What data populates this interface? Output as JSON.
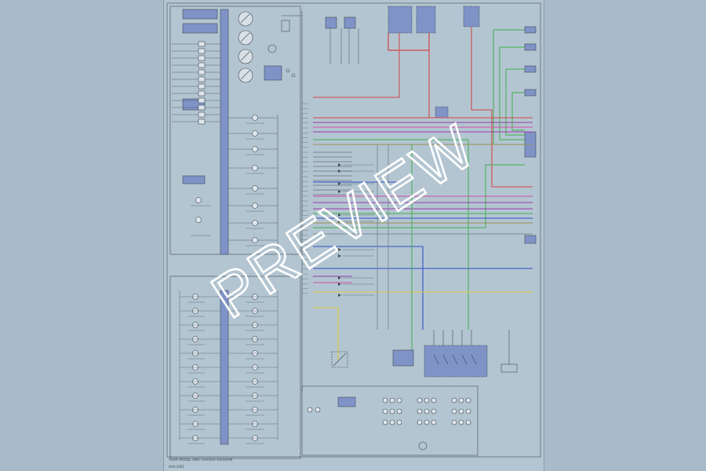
{
  "diagram": {
    "footer": "YOUR MODEL AND CHASSIS DIAGRAM",
    "code": "AAA-1001",
    "watermark": "PREVIEW",
    "colors": {
      "page_bg": "#a9bbc8",
      "sheet_bg": "#b3c5d1",
      "line_dark": "#3e4a55",
      "box_fill": "#7f93c7",
      "wire_red": "#d04848",
      "wire_green": "#3fb04c",
      "wire_blue": "#3050c8",
      "wire_purple": "#9a3ca8",
      "wire_pink": "#d050a8",
      "wire_yellow": "#e0cc40",
      "wire_olive": "#9a9050",
      "wire_gray": "#7a8a96"
    }
  }
}
